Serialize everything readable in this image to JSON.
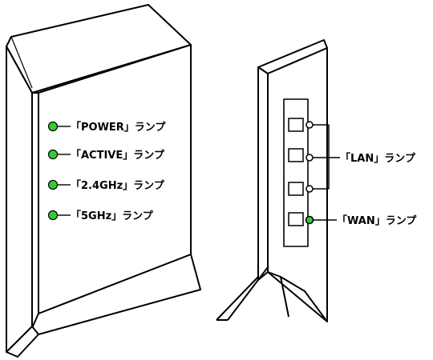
{
  "front_labels": [
    "「POWER」ランプ",
    "「ACTIVE」ランプ",
    "「2.4GHz」ランプ",
    "「5GHz」ランプ"
  ],
  "side_labels": {
    "lan": "「LAN」ランプ",
    "wan": "「WAN」ランプ"
  },
  "colors": {
    "lamp_on": "#33cc33",
    "lamp_off": "#ffffff",
    "stroke": "#000000"
  },
  "icons": [
    "router-front-view",
    "router-side-view",
    "led-lamp-icon",
    "port-icon"
  ]
}
